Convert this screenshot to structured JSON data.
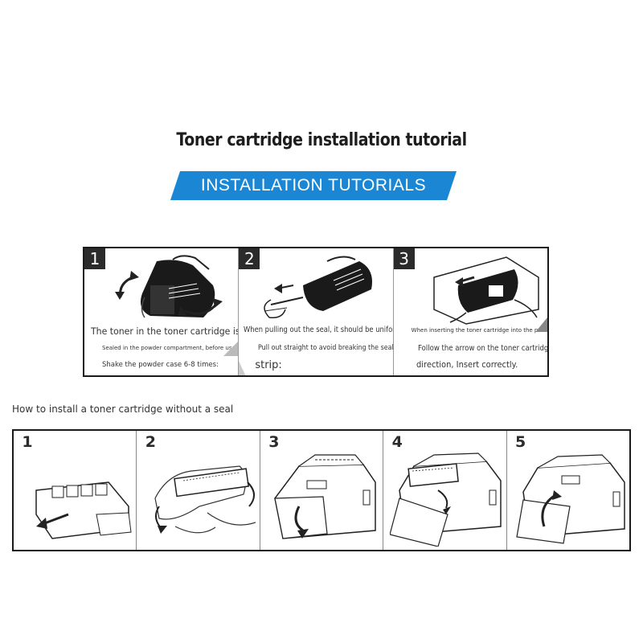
{
  "title": "Toner cartridge installation tutorial",
  "banner": {
    "text": "INSTALLATION TUTORIALS",
    "color": "#1a86d4"
  },
  "top_steps": [
    {
      "number": "1",
      "caption_line1": "The toner in the toner cartridge is",
      "caption_line2": "Sealed in the powder compartment, before use",
      "caption_line3": "Shake the powder case 6-8 times:"
    },
    {
      "number": "2",
      "caption_line1": "When pulling out the seal, it should be uniform",
      "caption_line2": "Pull out straight to avoid breaking the seal",
      "caption_line3": "strip:"
    },
    {
      "number": "3",
      "caption_line1": "When inserting the toner cartridge into the printer,",
      "caption_line2": "Follow the arrow on the toner cartridge",
      "caption_line3": "direction, Insert correctly."
    }
  ],
  "section2_title": "How to install a toner cartridge without a seal",
  "bottom_steps": [
    {
      "number": "1"
    },
    {
      "number": "2"
    },
    {
      "number": "3"
    },
    {
      "number": "4"
    },
    {
      "number": "5"
    }
  ]
}
